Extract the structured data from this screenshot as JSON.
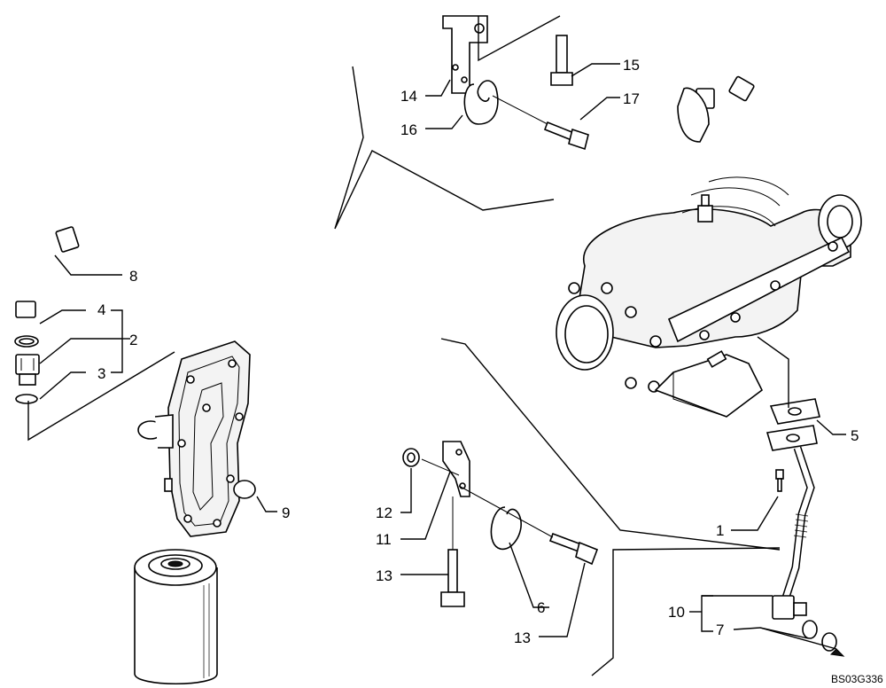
{
  "callouts": [
    {
      "id": "1",
      "label": "1"
    },
    {
      "id": "2",
      "label": "2"
    },
    {
      "id": "3",
      "label": "3"
    },
    {
      "id": "4",
      "label": "4"
    },
    {
      "id": "5",
      "label": "5"
    },
    {
      "id": "6",
      "label": "6"
    },
    {
      "id": "7",
      "label": "7"
    },
    {
      "id": "8",
      "label": "8"
    },
    {
      "id": "9",
      "label": "9"
    },
    {
      "id": "10",
      "label": "10"
    },
    {
      "id": "11",
      "label": "11"
    },
    {
      "id": "12",
      "label": "12"
    },
    {
      "id": "13a",
      "label": "13"
    },
    {
      "id": "13b",
      "label": "13"
    },
    {
      "id": "14",
      "label": "14"
    },
    {
      "id": "15",
      "label": "15"
    },
    {
      "id": "16",
      "label": "16"
    },
    {
      "id": "17",
      "label": "17"
    }
  ],
  "drawing_ref": "BS03G336"
}
